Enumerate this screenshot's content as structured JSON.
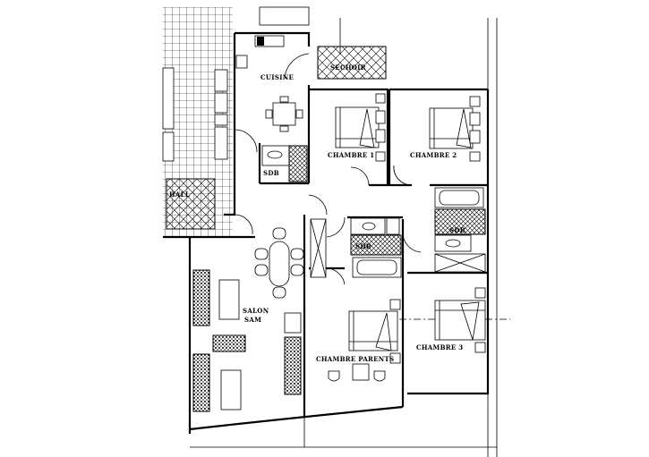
{
  "plan": {
    "rooms": {
      "cuisine": "CUISINE",
      "sechoir": "SECHOIR",
      "chambre1": "CHAMBRE  1",
      "chambre2": "CHAMBRE  2",
      "sdb_cuisine": "SDB",
      "hall": "HALL",
      "sdb_parents": "SDB",
      "sdb_right": "SDB",
      "salon": "SALON",
      "sam": "SAM",
      "chambre_parents": "CHAMBRE  PARENTS",
      "chambre3": "CHAMBRE  3"
    },
    "colors": {
      "ink": "#000000",
      "paper": "#ffffff"
    }
  }
}
